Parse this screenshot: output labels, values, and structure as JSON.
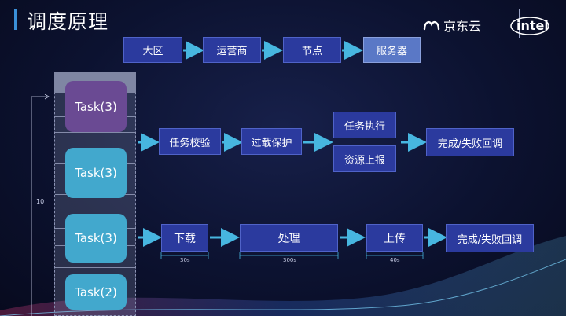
{
  "header": {
    "title": "调度原理",
    "logo_jd_text": "京东云",
    "logo_intel_text": "intel"
  },
  "top_flow": [
    "大区",
    "运营商",
    "节点",
    "服务器"
  ],
  "queue": {
    "tasks": [
      "Task(3)",
      "Task(3)",
      "Task(3)",
      "Task(2)"
    ],
    "side_label": "10"
  },
  "flow_one": {
    "steps": [
      "任务校验",
      "过载保护",
      "任务执行",
      "资源上报",
      "完成/失败回调"
    ]
  },
  "flow_two": {
    "steps": [
      "下载",
      "处理",
      "上传",
      "完成/失败回调"
    ],
    "durations": [
      "30s",
      "300s",
      "40s"
    ]
  },
  "colors": {
    "box_fill": "#2b3a9e",
    "server_fill": "#5a78c6",
    "arrow": "#47b6e0",
    "task_purple": "#6a4a93",
    "task_cyan": "#42a8cd"
  }
}
